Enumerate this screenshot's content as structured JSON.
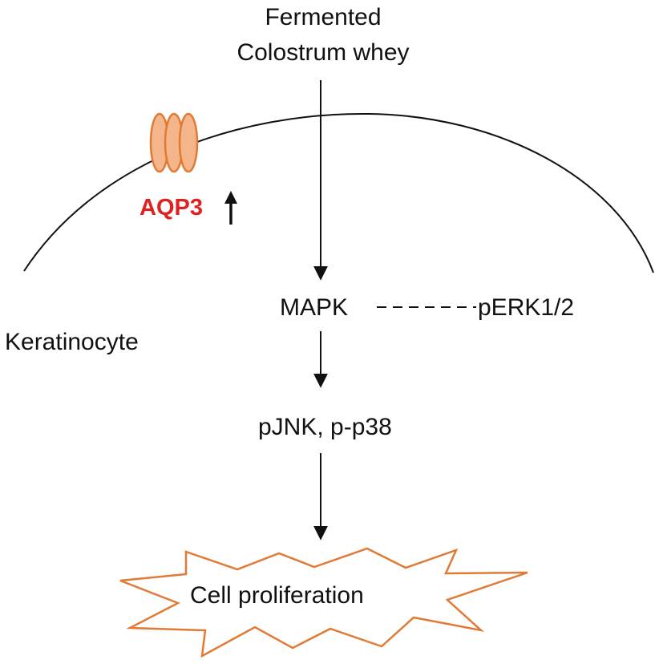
{
  "diagram": {
    "stimulus": {
      "line1": "Fermented",
      "line2": "Colostrum whey"
    },
    "receptor_label": "AQP3",
    "cell_label": "Keratinocyte",
    "nodes": {
      "mapk": "MAPK",
      "perk": "pERK1/2",
      "pjnk": "pJNK, p-p38",
      "outcome": "Cell proliferation"
    },
    "colors": {
      "receptor_fill": "#f5b58a",
      "receptor_stroke": "#e07a35",
      "burst_stroke": "#e07a35",
      "receptor_label": "#dd2222",
      "line": "#111111"
    },
    "icons": {
      "aqp3_increase": "arrow-up-icon",
      "receptor": "aquaporin-channel-icon",
      "outcome_shape": "burst-icon"
    }
  }
}
